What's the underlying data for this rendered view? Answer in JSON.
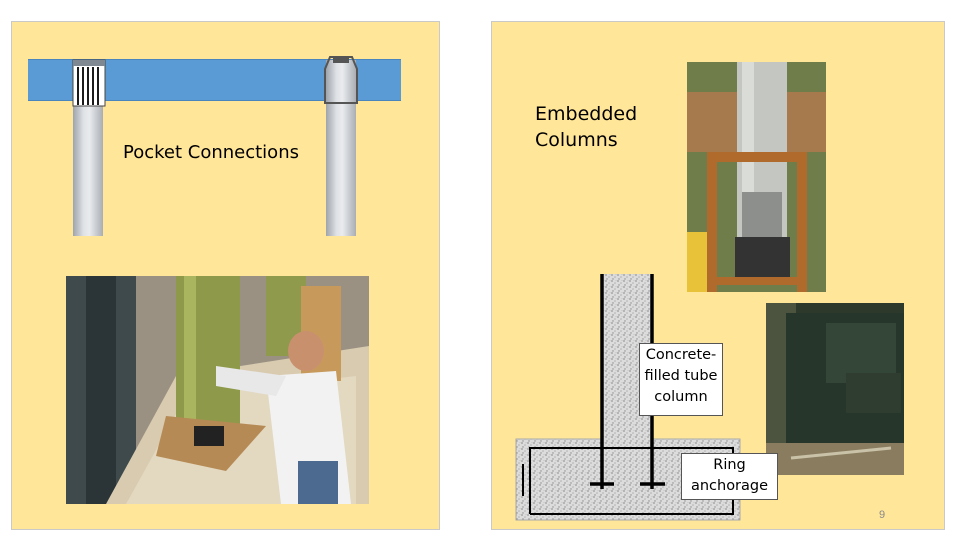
{
  "slide": {
    "left": {
      "label": "Pocket Connections"
    },
    "right": {
      "title_line1": "Embedded",
      "title_line2": "Columns",
      "callout_column_1": "Concrete-",
      "callout_column_2": "filled tube",
      "callout_column_3": "column",
      "callout_ring_1": "Ring",
      "callout_ring_2": "anchorage"
    },
    "page_number": "9"
  },
  "colors": {
    "panel_background": "#ffe699",
    "beam": "#5b9bd5",
    "column_steel": "#d6d9dd"
  }
}
